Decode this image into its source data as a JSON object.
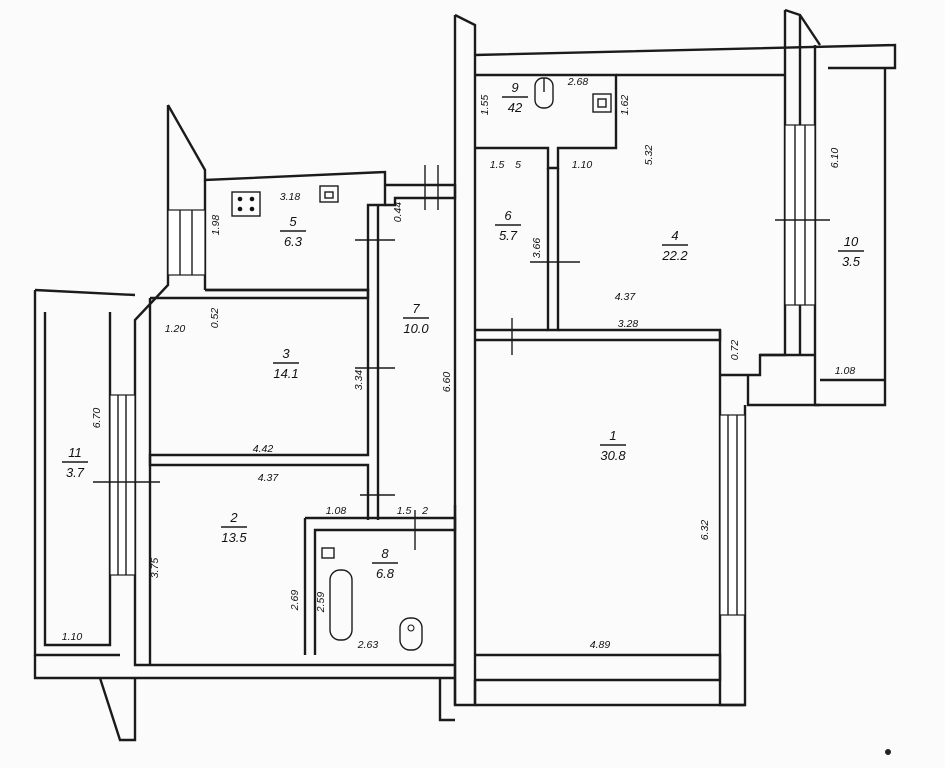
{
  "rooms": [
    {
      "id": "room-1",
      "number": "1",
      "area": "30.8"
    },
    {
      "id": "room-2",
      "number": "2",
      "area": "13.5"
    },
    {
      "id": "room-3",
      "number": "3",
      "area": "14.1"
    },
    {
      "id": "room-4",
      "number": "4",
      "area": "22.2"
    },
    {
      "id": "room-5",
      "number": "5",
      "area": "6.3"
    },
    {
      "id": "room-6",
      "number": "6",
      "area": "5.7"
    },
    {
      "id": "room-7",
      "number": "7",
      "area": "10.0"
    },
    {
      "id": "room-8",
      "number": "8",
      "area": "6.8"
    },
    {
      "id": "room-9",
      "number": "9",
      "area": "42"
    },
    {
      "id": "room-10",
      "number": "10",
      "area": "3.5"
    },
    {
      "id": "room-11",
      "number": "11",
      "area": "3.7"
    }
  ],
  "dimensions": [
    "1.55",
    "2.68",
    "1.62",
    "5.32",
    "1.5",
    "5",
    "1.10",
    "6.10",
    "3.18",
    "1.98",
    "0.44",
    "3.66",
    "4.37",
    "3.28",
    "0.72",
    "1.08",
    "1.20",
    "0.52",
    "3.34",
    "6.60",
    "6.70",
    "4.42",
    "4.37",
    "1.08",
    "1.5",
    "2",
    "3.75",
    "2.69",
    "2.59",
    "2.63",
    "6.32",
    "4.89",
    "1.10"
  ],
  "colors": {
    "ink": "#1b1b1b",
    "paper": "#fbfbfb"
  }
}
